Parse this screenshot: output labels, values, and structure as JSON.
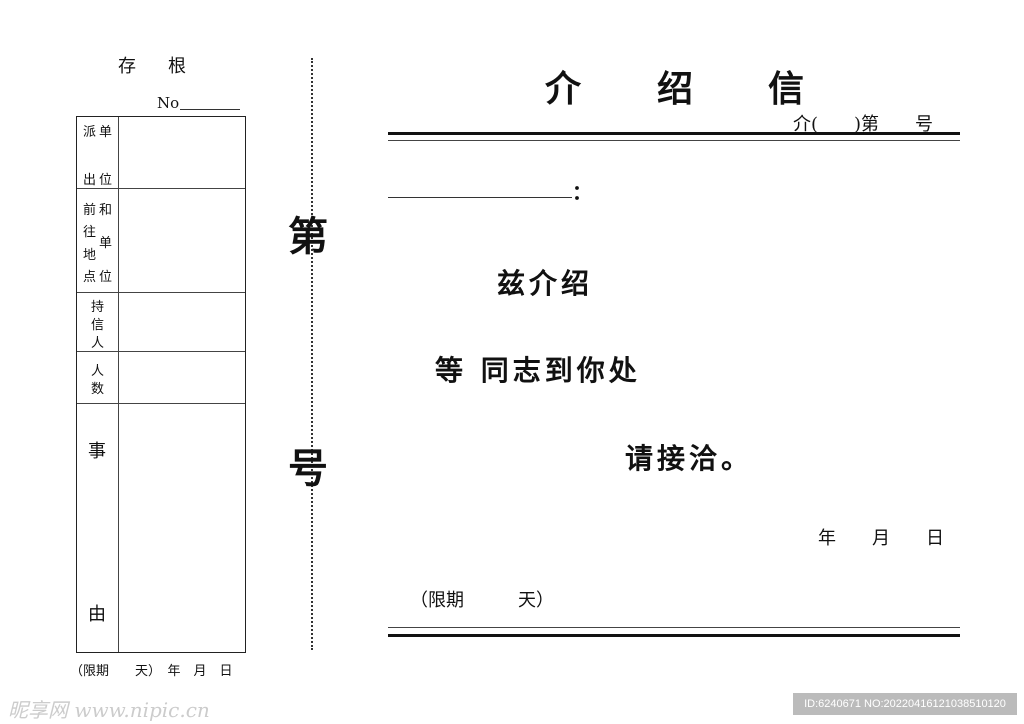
{
  "stub": {
    "title": "存根",
    "no_label": "No",
    "rows": [
      {
        "label": [
          "派",
          "单",
          "出",
          "位"
        ]
      },
      {
        "label": [
          "前",
          "和",
          "往",
          "单",
          "地",
          "点",
          "位"
        ]
      },
      {
        "label": [
          "持",
          "信",
          "人"
        ]
      },
      {
        "label": [
          "人",
          "数"
        ]
      },
      {
        "label": [
          "事",
          "由"
        ]
      }
    ],
    "footer": "（限期　　天）　年　月　日"
  },
  "perforation": {
    "top_char": "第",
    "bottom_char": "号"
  },
  "letter": {
    "title_chars": [
      "介",
      "绍",
      "信"
    ],
    "number_line": "介(　　)第　　号",
    "colon": "：",
    "line1": "兹介绍",
    "line2": "等 同志到你处",
    "line3": "请接洽。",
    "date": "年　　月　　日",
    "validity": "（限期　　　天）"
  },
  "watermark": {
    "site": "昵享网 www.nipic.cn",
    "id": "ID:6240671 NO:20220416121038510120"
  }
}
